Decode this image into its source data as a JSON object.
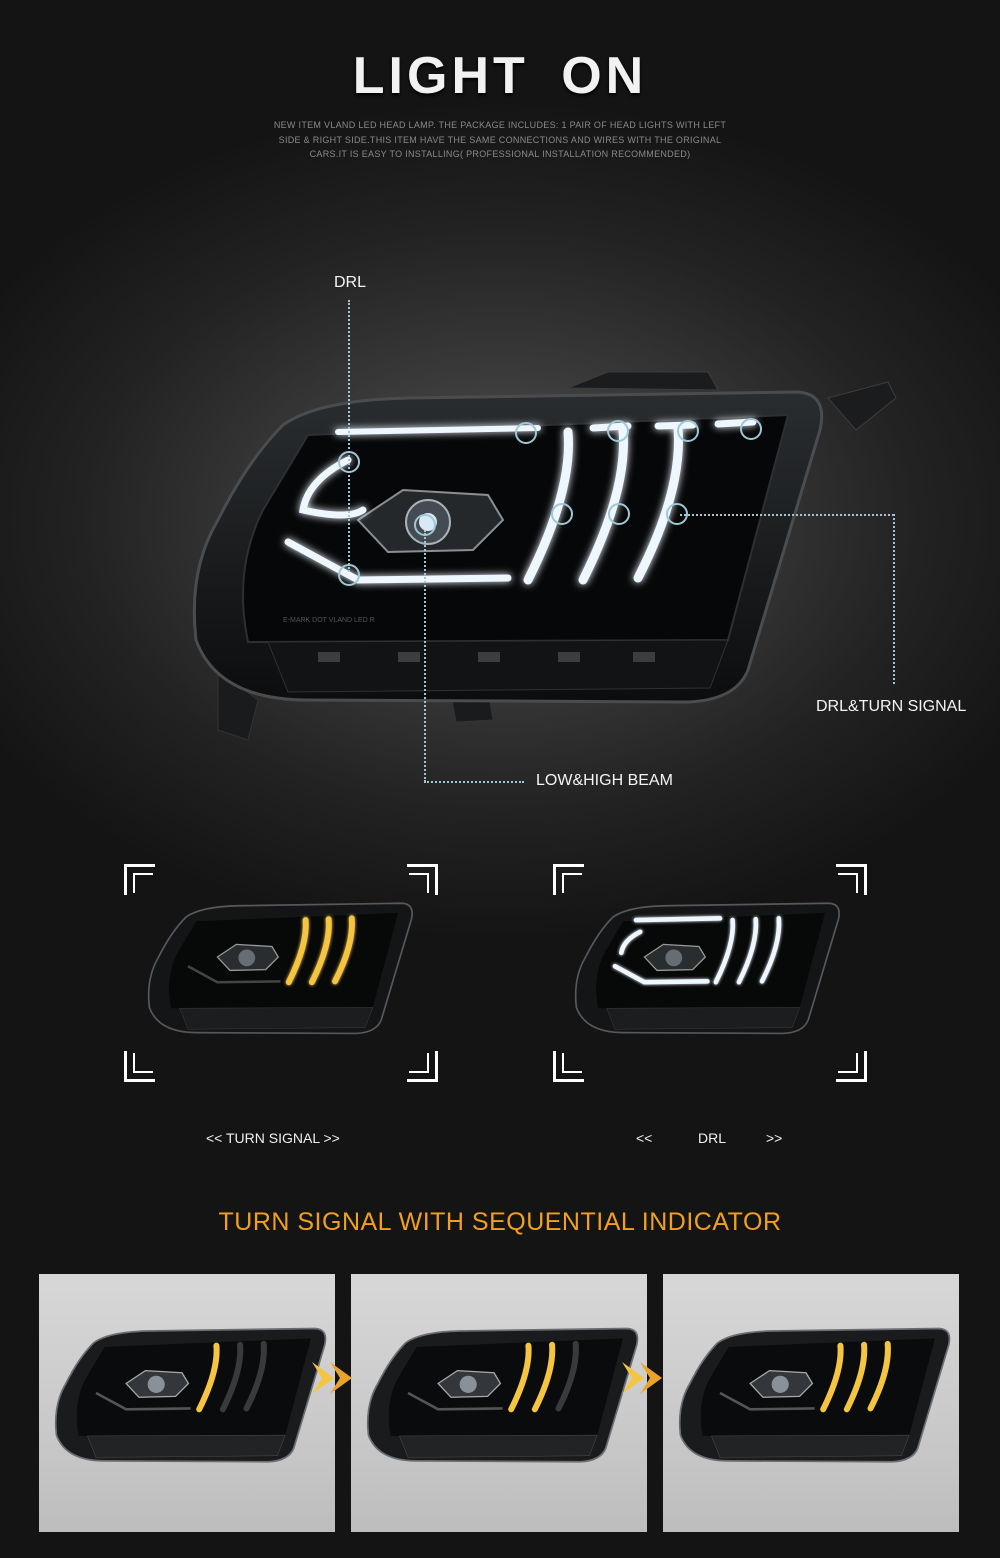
{
  "header": {
    "title": "LIGHT  ON",
    "description": "NEW ITEM VLAND LED HEAD LAMP. THE PACKAGE INCLUDES:  1 PAIR OF HEAD LIGHTS WITH LEFT SIDE & RIGHT SIDE.THIS ITEM HAVE THE SAME CONNECTIONS AND WIRES WITH THE ORIGINAL CARS.IT IS EASY TO INSTALLING( PROFESSIONAL INSTALLATION RECOMMENDED)"
  },
  "callouts": {
    "drl": "DRL",
    "drl_turn": "DRL&TURN SIGNAL",
    "beam": "LOW&HIGH BEAM"
  },
  "modes": [
    {
      "caption": "<<  TURN SIGNAL >>",
      "light_color": "#f5c542"
    },
    {
      "caption_left": "<<",
      "caption_mid": "DRL",
      "caption_right": ">>",
      "light_color": "#eef6ff"
    }
  ],
  "sequence": {
    "title": "TURN SIGNAL WITH SEQUENTIAL INDICATOR",
    "accent": "#f0a01e",
    "steps": [
      {
        "lit_bars": 1
      },
      {
        "lit_bars": 2
      },
      {
        "lit_bars": 3
      }
    ]
  },
  "colors": {
    "drl": "#eef6ff",
    "amber": "#f5c542",
    "callout_line": "#9ec8d6"
  }
}
